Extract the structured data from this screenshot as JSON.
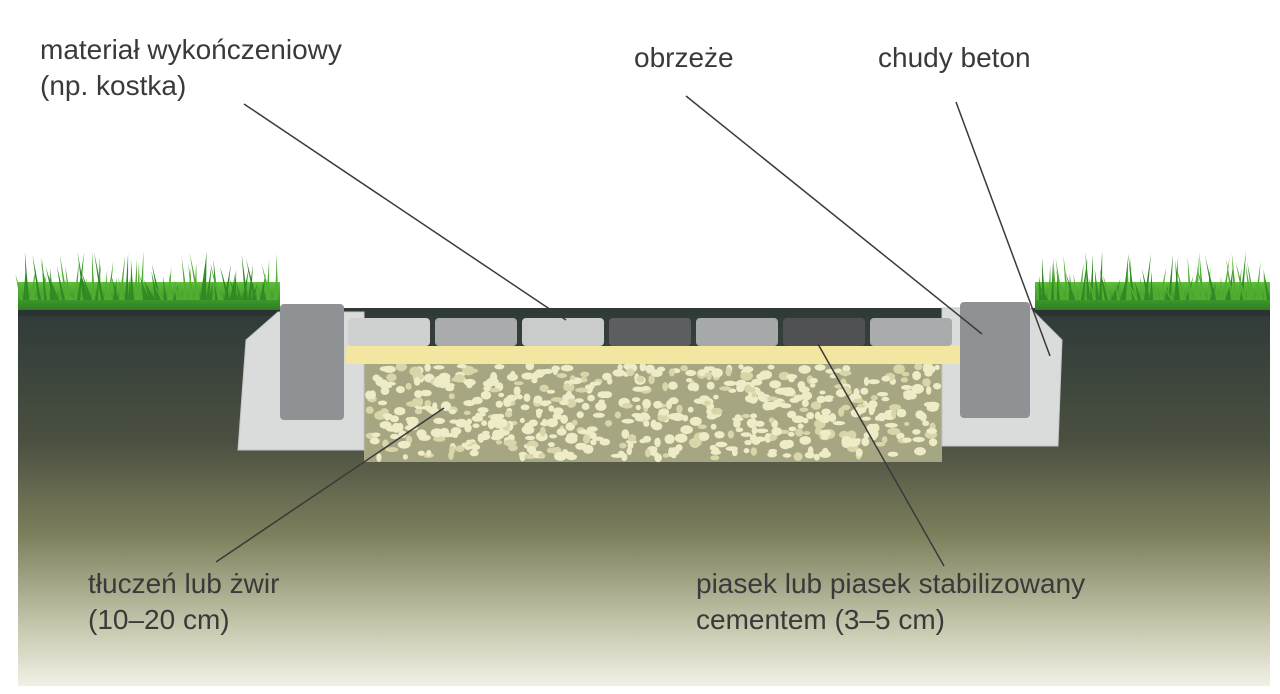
{
  "labels": {
    "finishing_material": {
      "line1": "materiał wykończeniowy",
      "line2": "(np. kostka)"
    },
    "edging": "obrzeże",
    "lean_concrete": "chudy beton",
    "crushed_stone": {
      "line1": "tłuczeń lub żwir",
      "line2": "(10–20 cm)"
    },
    "sand": {
      "line1": "piasek lub piasek stabilizowany",
      "line2": "cementem (3–5 cm)"
    }
  },
  "colors": {
    "grass": "#3f9a2c",
    "soil_top": "#2f3a38",
    "soil_bottom": "#f2f0e6",
    "sand_layer": "#f3e6a0",
    "concrete": "#dadcdc",
    "curb": "#8f9294",
    "gravel": "#eeecc6",
    "gravel_bed": "#a7a683"
  },
  "paving_stones": [
    "#cfd1d1",
    "#a9abad",
    "#cacccc",
    "#5c5e60",
    "#a6a8aa",
    "#4f5153",
    "#a9abad"
  ]
}
